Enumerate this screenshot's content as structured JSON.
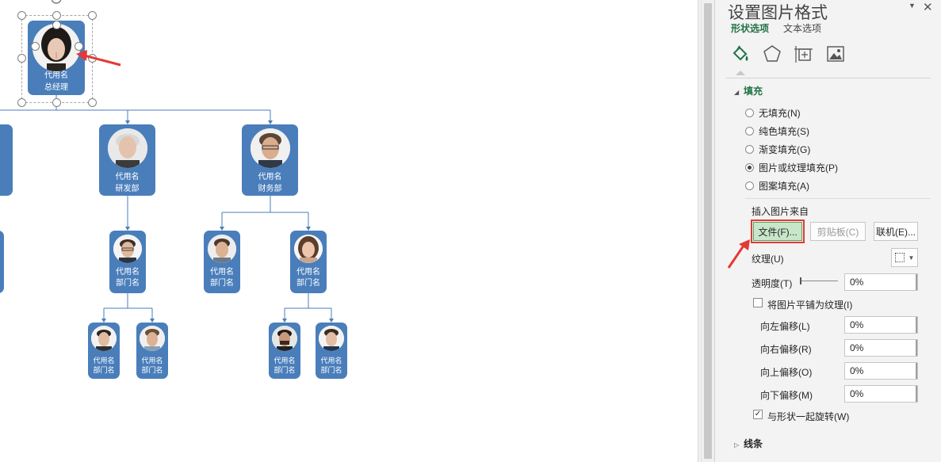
{
  "org_chart": {
    "nodes": [
      {
        "id": "ceo",
        "line1": "代用名",
        "line2": "总经理"
      },
      {
        "id": "rd",
        "line1": "代用名",
        "line2": "研发部"
      },
      {
        "id": "fin",
        "line1": "代用名",
        "line2": "财务部"
      },
      {
        "id": "rd-1",
        "line1": "代用名",
        "line2": "部门名"
      },
      {
        "id": "fin-1",
        "line1": "代用名",
        "line2": "部门名"
      },
      {
        "id": "fin-2",
        "line1": "代用名",
        "line2": "部门名"
      },
      {
        "id": "rd-1-a",
        "line1": "代用名",
        "line2": "部门名"
      },
      {
        "id": "rd-1-b",
        "line1": "代用名",
        "line2": "部门名"
      },
      {
        "id": "fin-2-a",
        "line1": "代用名",
        "line2": "部门名"
      },
      {
        "id": "fin-2-b",
        "line1": "代用名",
        "line2": "部门名"
      }
    ],
    "node_color": "#4a7ebb",
    "connector_color": "#4a7ebb"
  },
  "pane": {
    "title": "设置图片格式",
    "tabs": [
      {
        "label": "形状选项",
        "active": true
      },
      {
        "label": "文本选项",
        "active": false
      }
    ],
    "category_icons": [
      "paint-bucket-icon",
      "pentagon-icon",
      "size-properties-icon",
      "picture-icon"
    ],
    "fill_section": {
      "label": "填充",
      "options": [
        {
          "label": "无填充(N)",
          "checked": false
        },
        {
          "label": "纯色填充(S)",
          "checked": false
        },
        {
          "label": "渐变填充(G)",
          "checked": false
        },
        {
          "label": "图片或纹理填充(P)",
          "checked": true
        },
        {
          "label": "图案填充(A)",
          "checked": false
        }
      ],
      "insert_from_label": "插入图片来自",
      "buttons": {
        "file": "文件(F)...",
        "clipboard": "剪贴板(C)",
        "online": "联机(E)..."
      },
      "texture_label": "纹理(U)",
      "transparency_label": "透明度(T)",
      "transparency_value": "0%",
      "tile_label": "将图片平铺为纹理(I)",
      "tile_checked": false,
      "offsets": [
        {
          "label": "向左偏移(L)",
          "value": "0%"
        },
        {
          "label": "向右偏移(R)",
          "value": "0%"
        },
        {
          "label": "向上偏移(O)",
          "value": "0%"
        },
        {
          "label": "向下偏移(M)",
          "value": "0%"
        }
      ],
      "rotate_label": "与形状一起旋转(W)",
      "rotate_checked": true
    },
    "line_section": {
      "label": "线条"
    }
  },
  "colors": {
    "accent_green": "#217346",
    "highlight_red": "#e53935",
    "file_button_fill": "#c8e6c9"
  }
}
